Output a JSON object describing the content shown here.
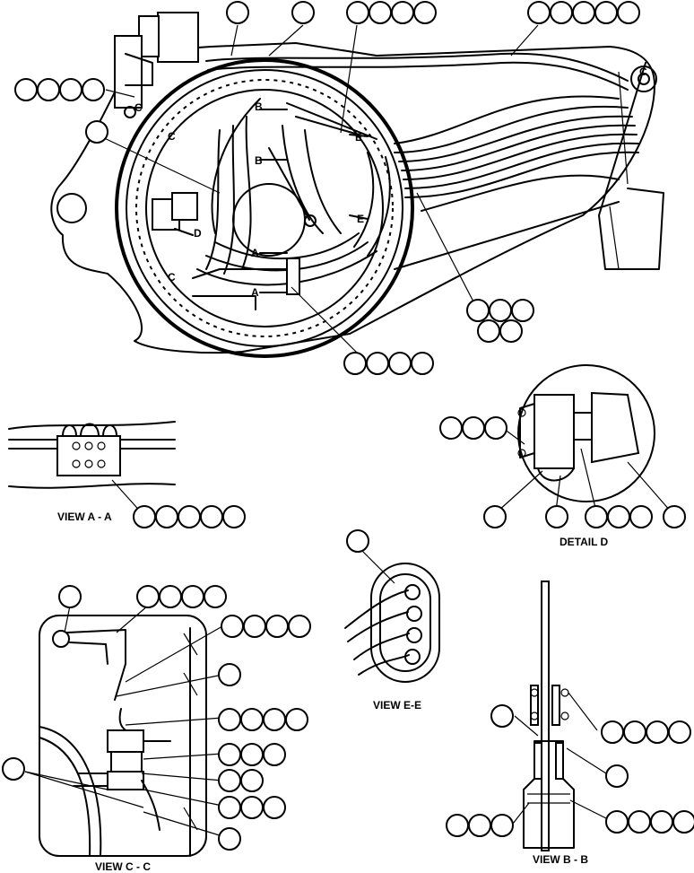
{
  "captions": {
    "view_aa": "VIEW A - A",
    "detail_d": "DETAIL D",
    "view_ee": "VIEW E-E",
    "view_cc": "VIEW C - C",
    "view_bb": "VIEW B - B"
  },
  "section_marks": {
    "a": "A",
    "b": "B",
    "c": "C",
    "d": "D",
    "e": "E"
  }
}
